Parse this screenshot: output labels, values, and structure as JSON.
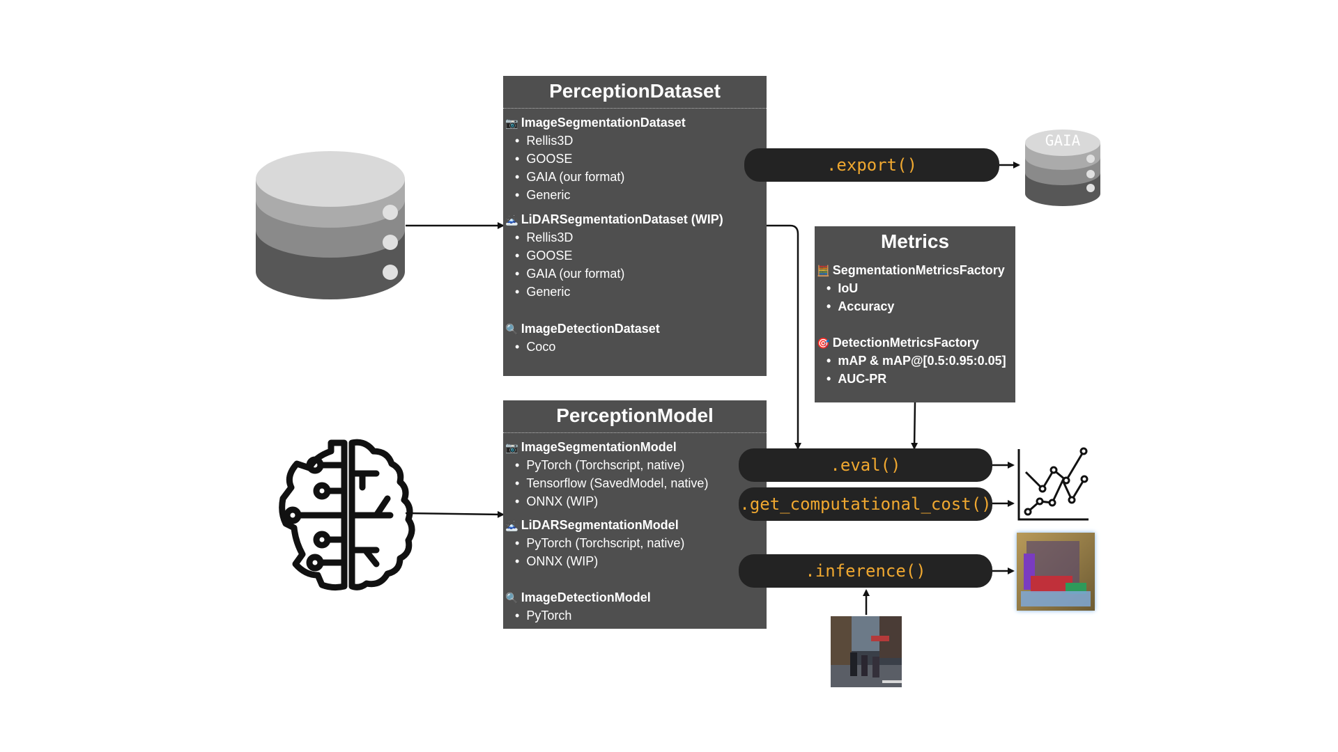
{
  "dataset": {
    "title": "PerceptionDataset",
    "sections": [
      {
        "icon": "📷",
        "label": "ImageSegmentationDataset",
        "items": [
          "Rellis3D",
          "GOOSE",
          "GAIA (our format)",
          "Generic"
        ]
      },
      {
        "icon": "🗻",
        "label": "LiDARSegmentationDataset (WIP)",
        "items": [
          "Rellis3D",
          "GOOSE",
          "GAIA (our format)",
          "Generic"
        ]
      },
      {
        "icon": "🔍",
        "label": "ImageDetectionDataset",
        "items": [
          "Coco"
        ]
      }
    ]
  },
  "model": {
    "title": "PerceptionModel",
    "sections": [
      {
        "icon": "📷",
        "label": "ImageSegmentationModel",
        "items": [
          "PyTorch (Torchscript, native)",
          "Tensorflow (SavedModel, native)",
          "ONNX (WIP)"
        ]
      },
      {
        "icon": "🗻",
        "label": "LiDARSegmentationModel",
        "items": [
          "PyTorch (Torchscript, native)",
          "ONNX (WIP)"
        ]
      },
      {
        "icon": "🔍",
        "label": "ImageDetectionModel",
        "items": [
          "PyTorch"
        ]
      }
    ]
  },
  "metrics": {
    "title": "Metrics",
    "sections": [
      {
        "icon": "🧮",
        "label": "SegmentationMetricsFactory",
        "items": [
          "IoU",
          "Accuracy"
        ]
      },
      {
        "icon": "🎯",
        "label": "DetectionMetricsFactory",
        "items": [
          "mAP & mAP@[0.5:0.95:0.05]",
          "AUC-PR"
        ]
      }
    ]
  },
  "methods": {
    "export": ".export()",
    "eval": ".eval()",
    "cost": ".get_computational_cost()",
    "inference": ".inference()"
  },
  "gaia_label": "GAIA",
  "colors": {
    "panel": "#4f4f4f",
    "method_bg": "#232323",
    "method_text": "#f0a830"
  }
}
